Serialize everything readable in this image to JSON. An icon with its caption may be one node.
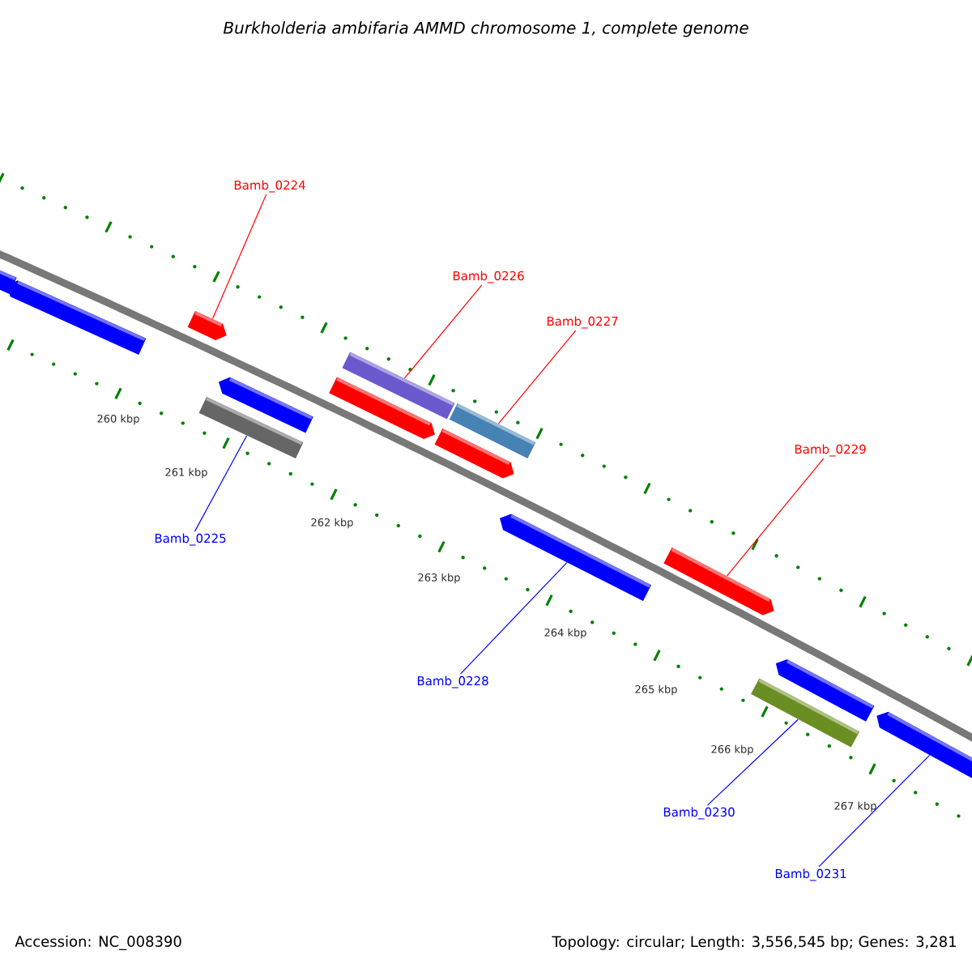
{
  "diagram": {
    "title": "Burkholderia ambifaria AMMD chromosome 1, complete genome",
    "nodes": [
      {
        "text": [
          "Bamb_0224"
        ]
      },
      {
        "text": [
          "Bamb_0226"
        ]
      },
      {
        "text": [
          "Bamb_0227"
        ]
      },
      {
        "text": [
          "Bamb_0229"
        ]
      },
      {
        "text": [
          "Bamb_0225"
        ]
      },
      {
        "text": [
          "Bamb_0228"
        ]
      },
      {
        "text": [
          "Bamb_0230"
        ]
      },
      {
        "text": [
          "Bamb_0231"
        ]
      },
      {
        "text": [],
        "shape": "bar"
      },
      {
        "text": [],
        "shape": "bar"
      },
      {
        "text": [],
        "shape": "bar"
      },
      {
        "text": [],
        "shape": "bar"
      },
      {
        "text": [],
        "shape": "bar"
      },
      {
        "text": [],
        "shape": "bar"
      },
      {
        "text": [],
        "shape": "bar"
      },
      {
        "text": [],
        "shape": "bar"
      },
      {
        "text": [],
        "shape": "bar"
      },
      {
        "text": [],
        "shape": "bar"
      },
      {
        "text": [],
        "shape": "bar"
      },
      {
        "text": [],
        "shape": "bar"
      },
      {
        "text": [],
        "shape": "bar"
      },
      {
        "text": [],
        "shape": "bar"
      }
    ],
    "edges": [
      {
        "from": 0,
        "to": 10,
        "arrow": "none",
        "color": "#ff0000"
      },
      {
        "from": 1,
        "to": 14,
        "arrow": "none",
        "color": "#ff0000"
      },
      {
        "from": 2,
        "to": 16,
        "arrow": "none",
        "color": "#ff0000"
      },
      {
        "from": 3,
        "to": 18,
        "arrow": "none",
        "color": "#ff0000"
      },
      {
        "from": 4,
        "to": 11,
        "arrow": "none",
        "color": "#0000ff"
      },
      {
        "from": 5,
        "to": 17,
        "arrow": "none",
        "color": "#0000ff"
      },
      {
        "from": 6,
        "to": 19,
        "arrow": "none",
        "color": "#0000ff"
      },
      {
        "from": 7,
        "to": 21,
        "arrow": "none",
        "color": "#0000ff"
      }
    ],
    "labels": [
      "260 kbp",
      "261 kbp",
      "262 kbp",
      "263 kbp",
      "264 kbp",
      "265 kbp",
      "266 kbp",
      "267 kbp",
      "Accession: NC_008390",
      "Topology: circular; Length: 3,556,545 bp; Genes: 3,281"
    ]
  }
}
